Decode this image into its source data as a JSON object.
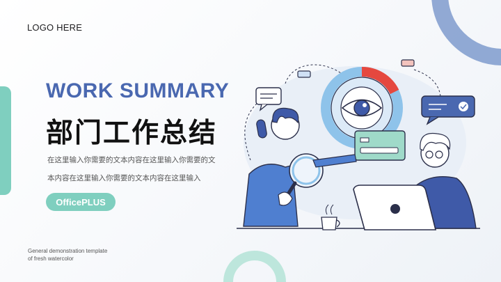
{
  "slide": {
    "logo": "LOGO HERE",
    "title_en": "WORK SUMMARY",
    "title_cn": "部门工作总结",
    "body_line1": "在这里输入你需要的文本内容在这里输入你需要的文",
    "body_line2": "本内容在这里输入你需要的文本内容在这里输入",
    "brand_label": "OfficePLUS",
    "footnote_line1": "General demonstration template",
    "footnote_line2": "of fresh watercolor"
  },
  "colors": {
    "accent_blue": "#4a68b0",
    "accent_green": "#7fcfbf",
    "highlight_red": "#e5483f"
  },
  "illustration": {
    "icons": [
      "eye-icon",
      "magnifier-icon",
      "chat-bubble-icon",
      "check-icon",
      "laptop-icon",
      "coffee-cup-icon"
    ]
  }
}
